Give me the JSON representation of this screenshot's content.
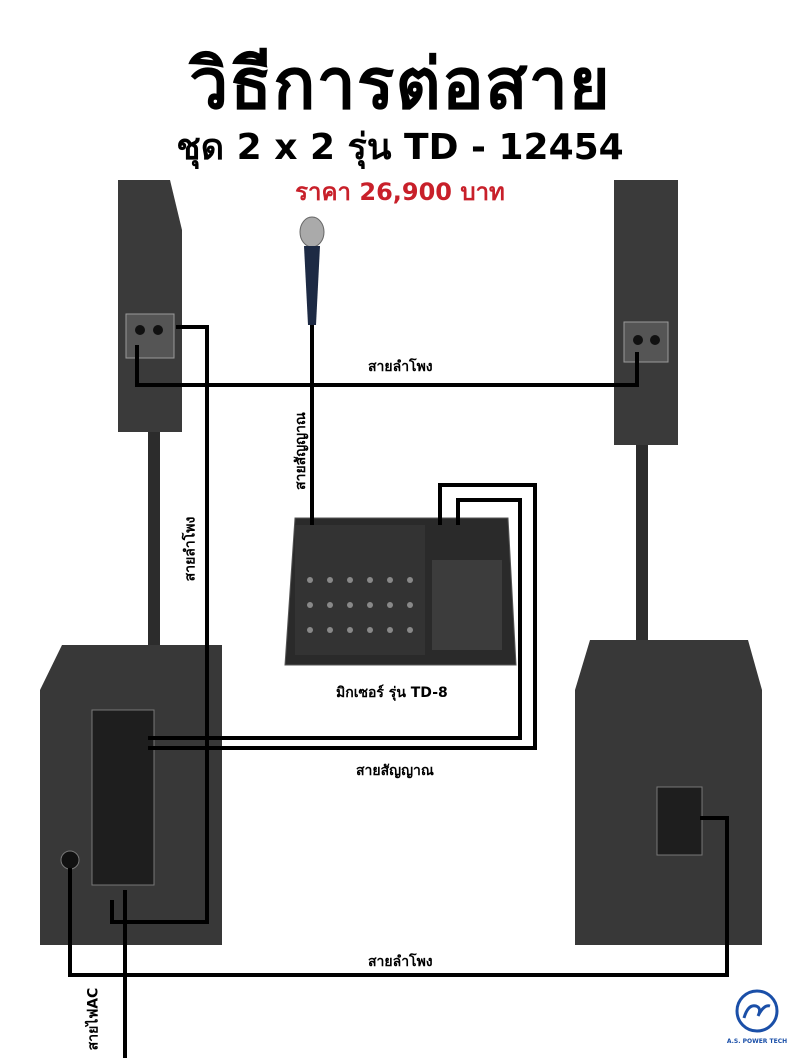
{
  "header": {
    "title": "วิธีการต่อสาย",
    "subtitle": "ชุด 2 x 2 รุ่น TD - 12454",
    "price": "ราคา 26,900 บาท"
  },
  "labels": {
    "speaker_cable_top": "สายลำโพง",
    "signal_cable_mic": "สายสัญญาณ",
    "speaker_cable_left": "สายลำโพง",
    "mixer_caption": "มิกเซอร์ รุ่น TD-8",
    "signal_cable_mixer": "สายสัญญาณ",
    "speaker_cable_bottom": "สายลำโพง",
    "ac_cable": "สายไฟAC"
  },
  "logo": {
    "brand": "A.S. POWER TECH"
  },
  "colors": {
    "price": "#c8202a",
    "speaker": "#3a3a3a",
    "cable": "#000000",
    "logo": "#1a4fa8"
  }
}
